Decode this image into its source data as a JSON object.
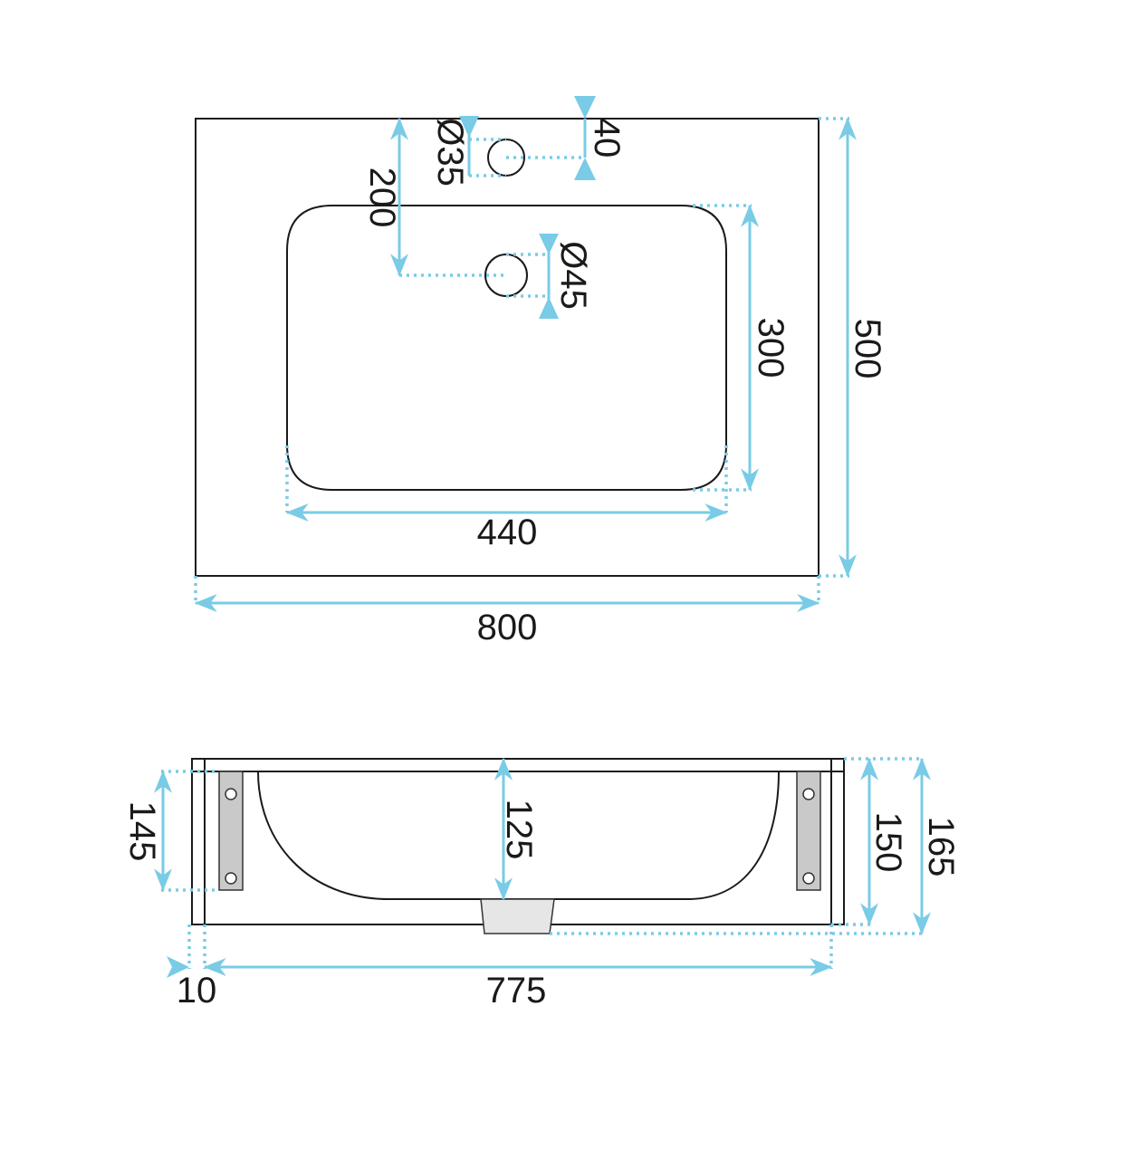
{
  "top_view": {
    "dimensions": {
      "width": "800",
      "depth": "500",
      "bowl_width": "440",
      "bowl_depth": "300",
      "hole_offset": "200",
      "hole_edge": "40",
      "tap_hole": "Ø35",
      "drain_hole": "Ø45"
    }
  },
  "side_view": {
    "dimensions": {
      "bracket_height": "145",
      "bowl_depth": "125",
      "height_inner": "150",
      "height_total": "165",
      "edge_offset": "10",
      "length": "775"
    }
  },
  "colors": {
    "dimension": "#79cbe6",
    "outline": "#1a1a1a"
  }
}
